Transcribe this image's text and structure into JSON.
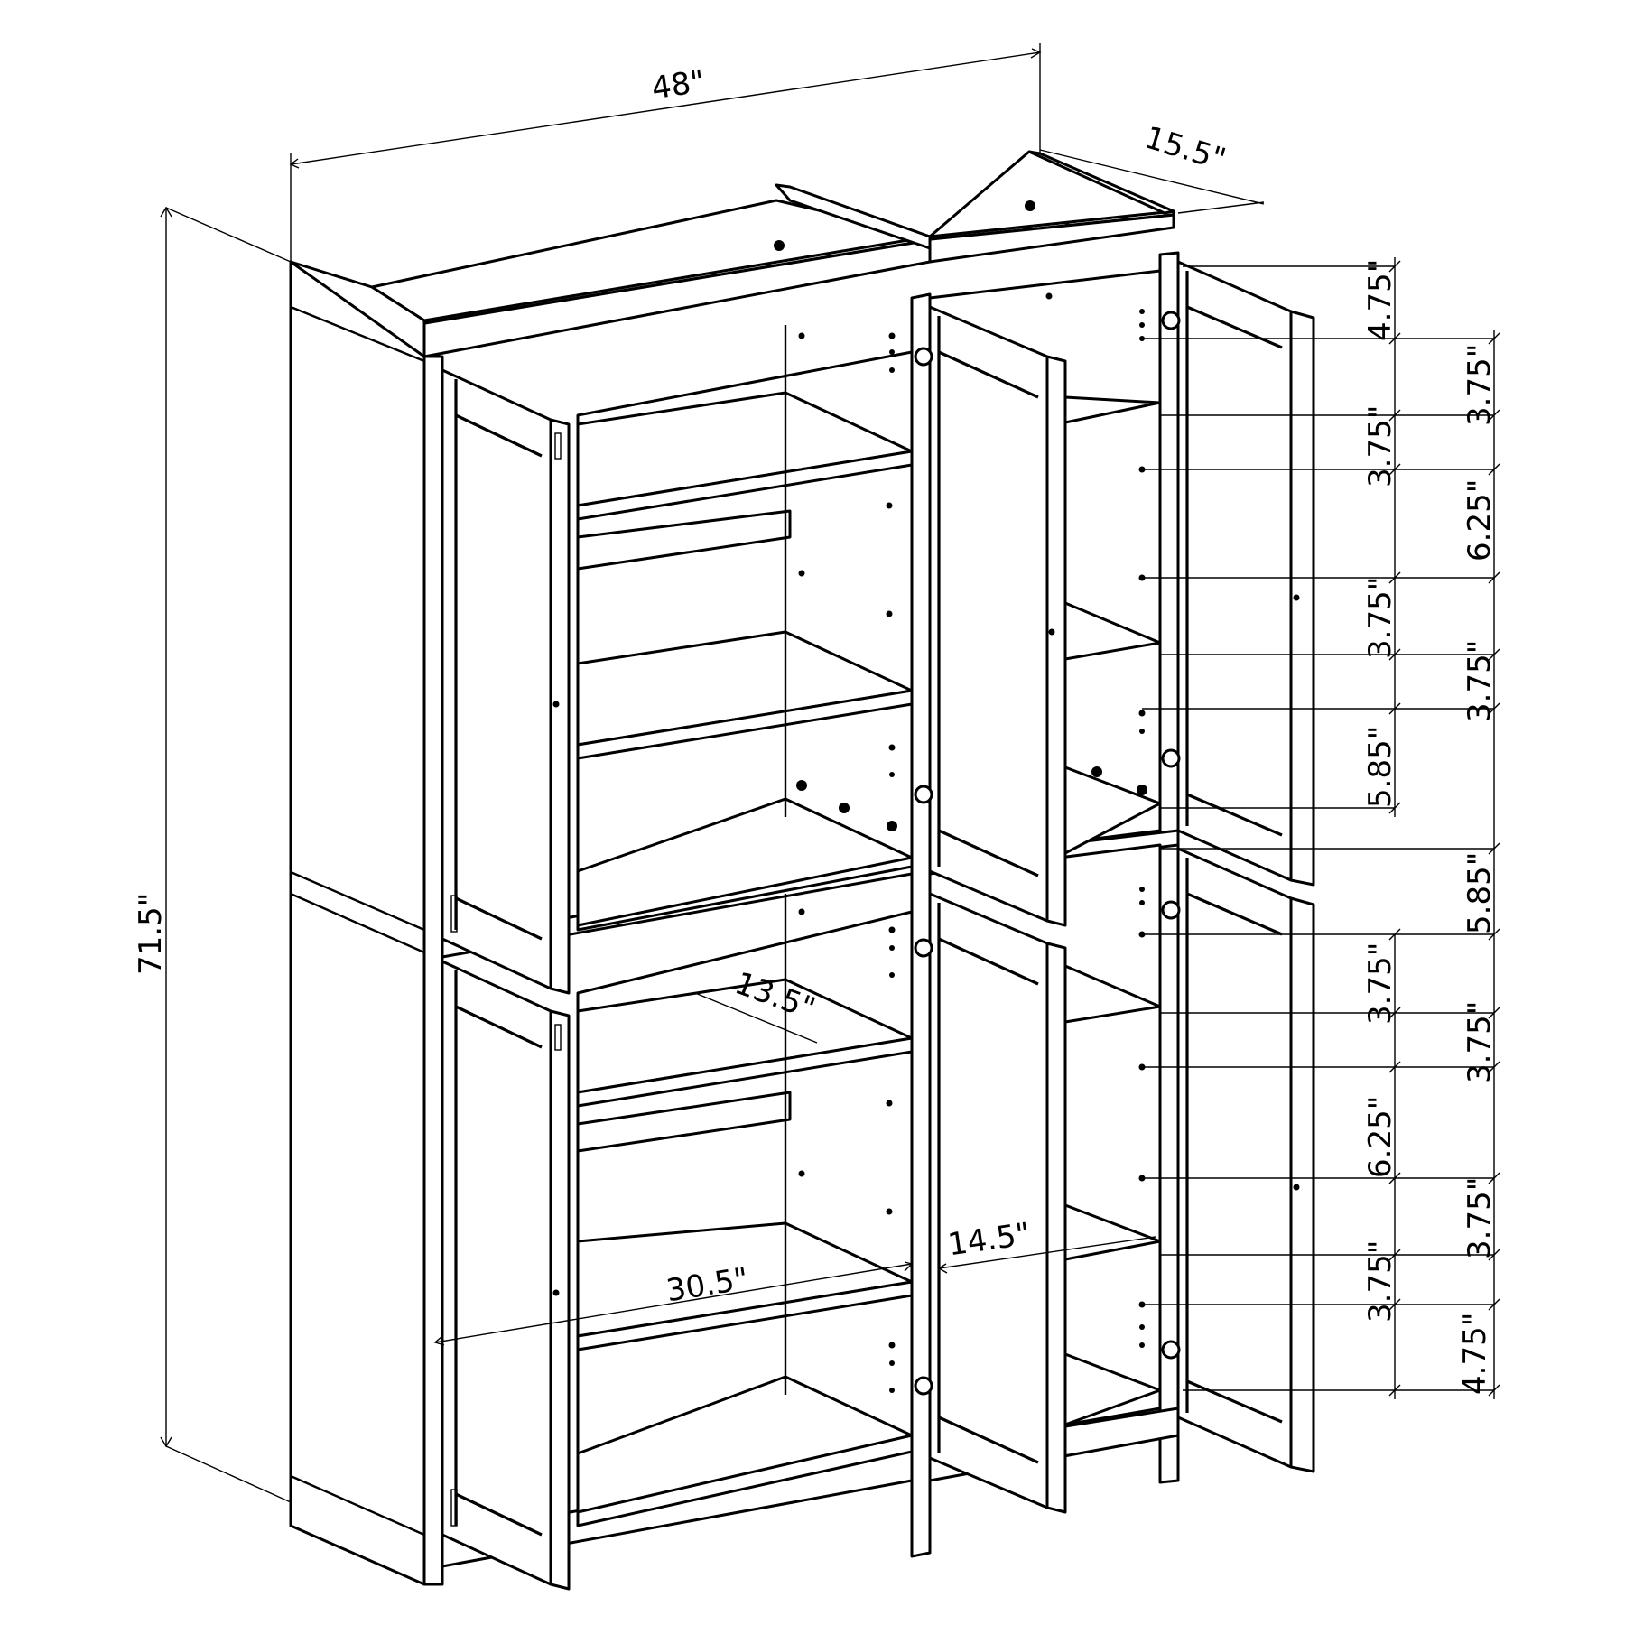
{
  "diagram": {
    "overall": {
      "width_label": "48\"",
      "depth_label": "15.5\"",
      "height_label": "71.5\""
    },
    "interior": {
      "shelf_depth_label": "13.5\"",
      "shelf_width_label": "30.5\"",
      "inner_depth_label": "14.5\""
    },
    "spacing_inner": [
      {
        "id": "in-1",
        "label": "4.75\""
      },
      {
        "id": "in-2",
        "label": "3.75\""
      },
      {
        "id": "in-3",
        "label": "3.75\""
      },
      {
        "id": "in-4",
        "label": "5.85\""
      },
      {
        "id": "in-5",
        "label": "3.75\""
      },
      {
        "id": "in-6",
        "label": "6.25\""
      },
      {
        "id": "in-7",
        "label": "3.75\""
      },
      {
        "id": "in-8",
        "label": "4.75\""
      }
    ],
    "spacing_outer": [
      {
        "id": "out-1",
        "label": "3.75\""
      },
      {
        "id": "out-2",
        "label": "6.25\""
      },
      {
        "id": "out-3",
        "label": "3.75\""
      },
      {
        "id": "out-4",
        "label": "5.85\""
      },
      {
        "id": "out-5",
        "label": "3.75\""
      },
      {
        "id": "out-6",
        "label": "3.75\""
      }
    ]
  }
}
